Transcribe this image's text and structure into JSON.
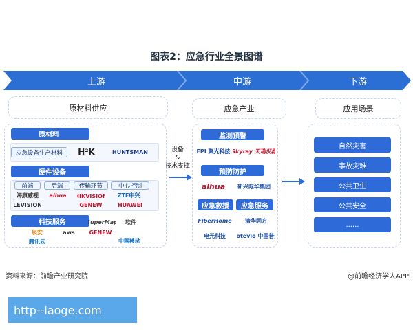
{
  "title": "图表2：应急行业全景图谱",
  "bands": {
    "upstream": "上游",
    "midstream": "中游",
    "downstream": "下游"
  },
  "upstream": {
    "header": "原材料供应",
    "raw_materials": {
      "label": "原材料",
      "row_label": "应急设备生产材料",
      "logos": [
        "H²K",
        "HUNTSMAN"
      ]
    },
    "hardware": {
      "label": "硬件设备",
      "tabs": [
        "前端",
        "后端",
        "传输环节",
        "中心控制"
      ],
      "logos_row1": [
        "海康威视",
        "alhua",
        "",
        "ZTE中兴"
      ],
      "logos_row2": [
        "LEVISION",
        "GENEW",
        "HIKVISION",
        "HUAWEI"
      ]
    },
    "tech": {
      "label": "科技服务",
      "logos_row1": [
        "SuperMap",
        "软件"
      ],
      "logos_row2": [
        "aws",
        "GENEW",
        "",
        "中国移动"
      ],
      "logos_row3": [
        "辰安",
        "腾讯云",
        "",
        ""
      ]
    }
  },
  "connector": {
    "line1": "设备",
    "line2": "&",
    "line3": "技术支撑"
  },
  "midstream": {
    "header": "应急产业",
    "monitoring": {
      "label": "监测预警",
      "logos": [
        "FPI 聚光科技",
        "Skyray 天瑞仪器"
      ]
    },
    "prevention": {
      "label": "预防防护",
      "logos": [
        "alhua",
        "新兴际华集团"
      ]
    },
    "rescue": {
      "label": "应急救援",
      "logos": [
        "FiberHome",
        "电光科技"
      ]
    },
    "service": {
      "label": "应急服务",
      "logos": [
        "清华同方",
        "Potevio 中国普天"
      ]
    }
  },
  "downstream": {
    "header": "应用场景",
    "items": [
      "自然灾害",
      "事故灾难",
      "公共卫生",
      "公共安全",
      "......"
    ]
  },
  "footer": {
    "source": "资料来源：前瞻产业研究院",
    "brand": "@前瞻经济学人APP"
  },
  "url": "http--laoge.com",
  "colors": {
    "band": "#2c6fd4",
    "button": "#2f6bd8",
    "url_bg": "#5aa7ea"
  }
}
